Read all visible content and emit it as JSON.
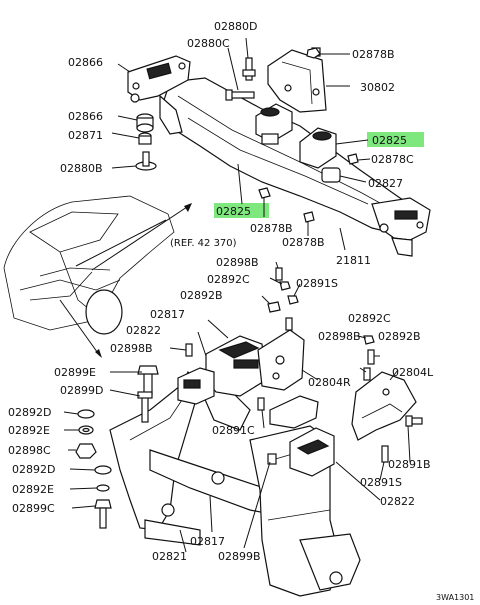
{
  "diagram": {
    "highlight_color": "#7ee87e",
    "labels": {
      "l02880D": "02880D",
      "l02880C": "02880C",
      "l02878B_top": "02878B",
      "l02866_a": "02866",
      "l30802": "30802",
      "l02866_b": "02866",
      "l02871": "02871",
      "l02825_right": "02825",
      "l02878C": "02878C",
      "l02880B": "02880B",
      "l02827": "02827",
      "l02825_left": "02825",
      "l02878B_mid1": "02878B",
      "l02878B_mid2": "02878B",
      "ref": "(REF. 42 370)",
      "l21811": "21811",
      "l02898B_a": "02898B",
      "l02892C_a": "02892C",
      "l02891S_a": "02891S",
      "l02892B_a": "02892B",
      "l02817_a": "02817",
      "l02892C_b": "02892C",
      "l02822_a": "02822",
      "l02898B_b": "02898B",
      "l02892B_b": "02892B",
      "l02898B_c": "02898B",
      "l02899E": "02899E",
      "l02804R": "02804R",
      "l02804L": "02804L",
      "l02899D": "02899D",
      "l02892D_a": "02892D",
      "l02892E_a": "02892E",
      "l02898C": "02898C",
      "l02891C": "02891C",
      "l02891B": "02891B",
      "l02892D_b": "02892D",
      "l02892E_b": "02892E",
      "l02891S_b": "02891S",
      "l02899C": "02899C",
      "l02822_b": "02822",
      "l02821": "02821",
      "l02817_b": "02817",
      "l02899B": "02899B",
      "code": "3WA1301"
    }
  }
}
